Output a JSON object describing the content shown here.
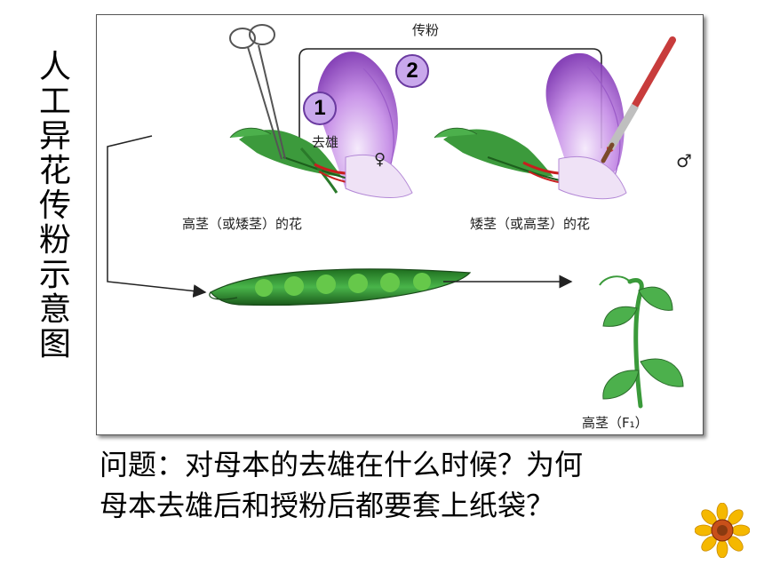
{
  "side_title": [
    "人",
    "工",
    "异",
    "花",
    "传",
    "粉",
    "示",
    "意",
    "图"
  ],
  "diagram": {
    "pollination_label": "传粉",
    "step1": "1",
    "step2": "2",
    "emasculation_label": "去雄",
    "female_symbol": "♀",
    "male_symbol": "♂",
    "left_flower_caption": "高茎（或矮茎）的花",
    "right_flower_caption": "矮茎（或高茎）的花",
    "offspring_label": "高茎（F₁）"
  },
  "question": {
    "line1": "问题：对母本的去雄在什么时候？为何",
    "line2": "母本去雄后和授粉后都要套上纸袋？"
  },
  "colors": {
    "badge": "#c9a8ec",
    "flower": "#b070d8",
    "leaf": "#3c9a3c",
    "stamen": "#c81e1e"
  }
}
